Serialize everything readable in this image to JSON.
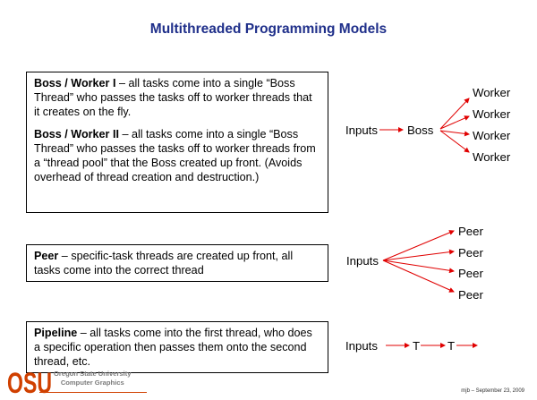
{
  "title": "Multithreaded Programming Models",
  "boss_box": {
    "p1_bold": "Boss / Worker I",
    "p1_text": " – all tasks come into a single “Boss Thread” who passes the tasks off to worker threads that it creates on the fly.",
    "p2_bold": "Boss / Worker II",
    "p2_text": " – all tasks come into a single “Boss Thread” who passes the tasks off to worker threads from a “thread pool” that the Boss created up front.  (Avoids overhead of thread creation and destruction.)"
  },
  "peer_box": {
    "bold": "Peer",
    "text": " – specific-task threads are created up front, all tasks come into the correct thread"
  },
  "pipeline_box": {
    "bold": "Pipeline",
    "text": " – all tasks come into the first thread, who does a specific operation then passes them onto the second thread, etc."
  },
  "boss_diagram": {
    "inputs": "Inputs",
    "boss": "Boss",
    "workers": [
      "Worker",
      "Worker",
      "Worker",
      "Worker"
    ]
  },
  "peer_diagram": {
    "inputs": "Inputs",
    "peers": [
      "Peer",
      "Peer",
      "Peer",
      "Peer"
    ]
  },
  "pipeline_diagram": {
    "inputs": "Inputs",
    "stages": [
      "T",
      "T"
    ]
  },
  "logo": {
    "mark": "OSU",
    "line1": "Oregon State University",
    "line2": "Computer Graphics"
  },
  "footer": "mjb – September 23, 2009",
  "colors": {
    "title": "#1f2f8a",
    "arrow": "#e00000",
    "logo": "#d04000"
  }
}
